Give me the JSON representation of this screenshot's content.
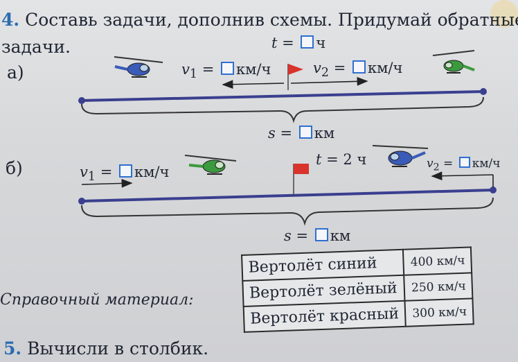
{
  "task4": {
    "number": "4.",
    "text_line1": "Составь задачи, дополнив схемы. Придумай обратные",
    "text_line2": "задачи."
  },
  "part_a": {
    "label": "а)",
    "time": {
      "var": "t",
      "eq": " = ",
      "unit": "ч"
    },
    "v1": {
      "var": "v",
      "sub": "1",
      "eq": " = ",
      "unit": "км/ч"
    },
    "v2": {
      "var": "v",
      "sub": "2",
      "eq": " = ",
      "unit": "км/ч"
    },
    "distance": {
      "var": "s",
      "eq": " = ",
      "unit": "км"
    }
  },
  "part_b": {
    "label": "б)",
    "time": {
      "var": "t",
      "eq": " = ",
      "value": "2 ч"
    },
    "v1": {
      "var": "v",
      "sub": "1",
      "eq": " = ",
      "unit": "км/ч"
    },
    "v2": {
      "var": "v",
      "sub": "2",
      "eq": " = ",
      "unit": "км/ч"
    },
    "distance": {
      "var": "s",
      "eq": " = ",
      "unit": "км"
    }
  },
  "reference": {
    "label": "Справочный материал:",
    "rows": [
      {
        "name": "Вертолёт синий",
        "speed": "400 км/ч"
      },
      {
        "name": "Вертолёт зелёный",
        "speed": "250 км/ч"
      },
      {
        "name": "Вертолёт красный",
        "speed": "300 км/ч"
      }
    ]
  },
  "task5": {
    "number": "5.",
    "text": "Вычисли в столбик."
  },
  "colors": {
    "blue_line": "#3a3f8f",
    "flag_red": "#d8342c",
    "box_blue": "#2f6fcf",
    "heli_green": "#3b9a3e",
    "heli_blue": "#3a5bb8"
  }
}
